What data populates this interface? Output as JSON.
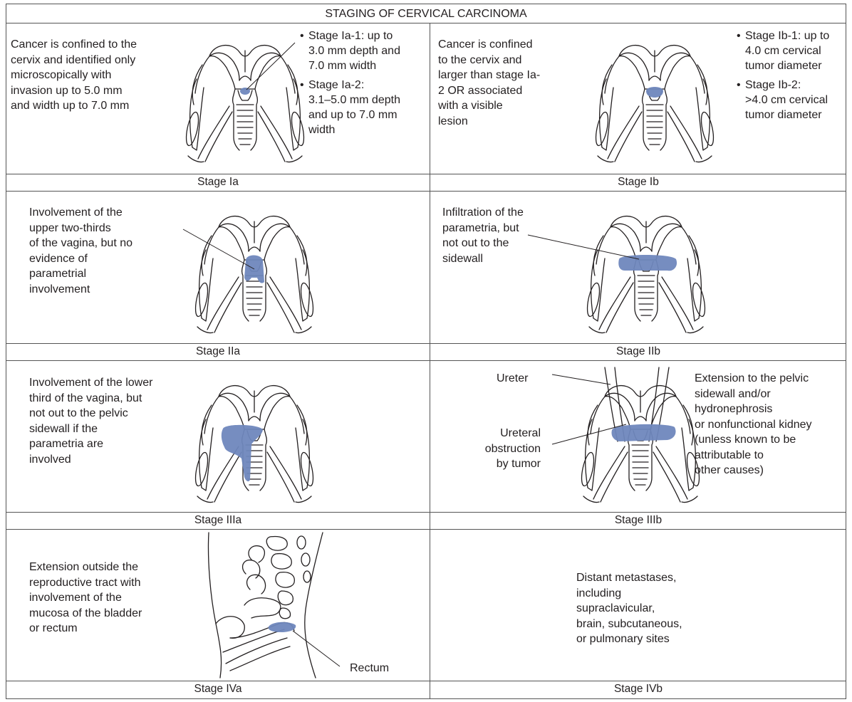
{
  "title": "STAGING OF CERVICAL CARCINOMA",
  "colors": {
    "tumor": "#6f87bd",
    "line": "#231f20",
    "grid": "#555555"
  },
  "cells": {
    "ia": {
      "label": "Stage Ia",
      "text": [
        "Cancer is confined to the",
        "cervix and identified only",
        "microscopically with",
        "invasion up to 5.0 mm",
        "and width up to 7.0 mm"
      ],
      "bullets": [
        [
          "Stage Ia-1: up to",
          "3.0 mm depth and",
          "7.0 mm width"
        ],
        [
          "Stage Ia-2:",
          "3.1–5.0 mm depth",
          "and up to 7.0 mm",
          "width"
        ]
      ]
    },
    "ib": {
      "label": "Stage Ib",
      "text": [
        "Cancer is confined",
        "to the cervix and",
        "larger than stage Ia-",
        "2 OR associated",
        "with a visible",
        "lesion"
      ],
      "bullets": [
        [
          "Stage Ib-1: up to",
          "4.0 cm cervical",
          "tumor diameter"
        ],
        [
          "Stage Ib-2:",
          ">4.0 cm cervical",
          "tumor diameter"
        ]
      ]
    },
    "iia": {
      "label": "Stage IIa",
      "text": [
        "Involvement of the",
        "upper two-thirds",
        "of the vagina, but no",
        "evidence of",
        "parametrial",
        "involvement"
      ]
    },
    "iib": {
      "label": "Stage IIb",
      "text": [
        "Infiltration of the",
        "parametria, but",
        "not out to the",
        "sidewall"
      ]
    },
    "iiia": {
      "label": "Stage IIIa",
      "text": [
        "Involvement of the lower",
        "third of the vagina, but",
        "not out to the pelvic",
        "sidewall if the",
        "parametria are",
        "involved"
      ]
    },
    "iiib": {
      "label": "Stage IIIb",
      "ureter": "Ureter",
      "obstruction": [
        "Ureteral",
        "obstruction",
        "by tumor"
      ],
      "text": [
        "Extension to the pelvic",
        "sidewall and/or",
        "hydronephrosis",
        "or nonfunctional kidney",
        "(unless known to be",
        "attributable to",
        "other causes)"
      ]
    },
    "iva": {
      "label": "Stage IVa",
      "rectum": "Rectum",
      "text": [
        "Extension outside the",
        "reproductive tract with",
        "involvement of the",
        "mucosa of the bladder",
        "or rectum"
      ]
    },
    "ivb": {
      "label": "Stage IVb",
      "text": [
        "Distant metastases,",
        "including",
        "supraclavicular,",
        "brain, subcutaneous,",
        "or pulmonary sites"
      ]
    }
  }
}
